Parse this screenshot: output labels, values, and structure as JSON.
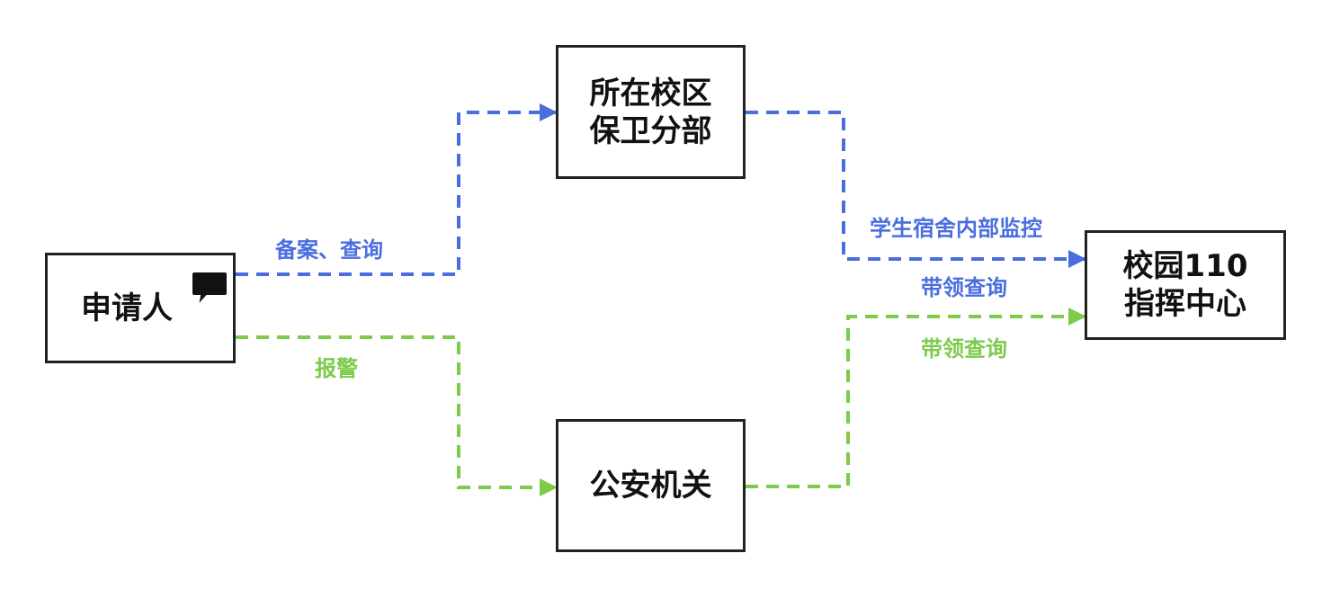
{
  "colors": {
    "blue": "#4a6ee0",
    "green": "#7dcb4a",
    "border": "#222222"
  },
  "nodes": {
    "applicant": "申请人",
    "campus_security": "所在校区\n保卫分部",
    "police": "公安机关",
    "campus110": "校园110\n指挥中心"
  },
  "edges": {
    "record_query": "备案、查询",
    "dorm_monitor": "学生宿舍内部监控",
    "lead_query_blue": "带领查询",
    "report": "报警",
    "lead_query_green": "带领查询"
  },
  "icons": {
    "applicant_badge": "comment-icon"
  }
}
